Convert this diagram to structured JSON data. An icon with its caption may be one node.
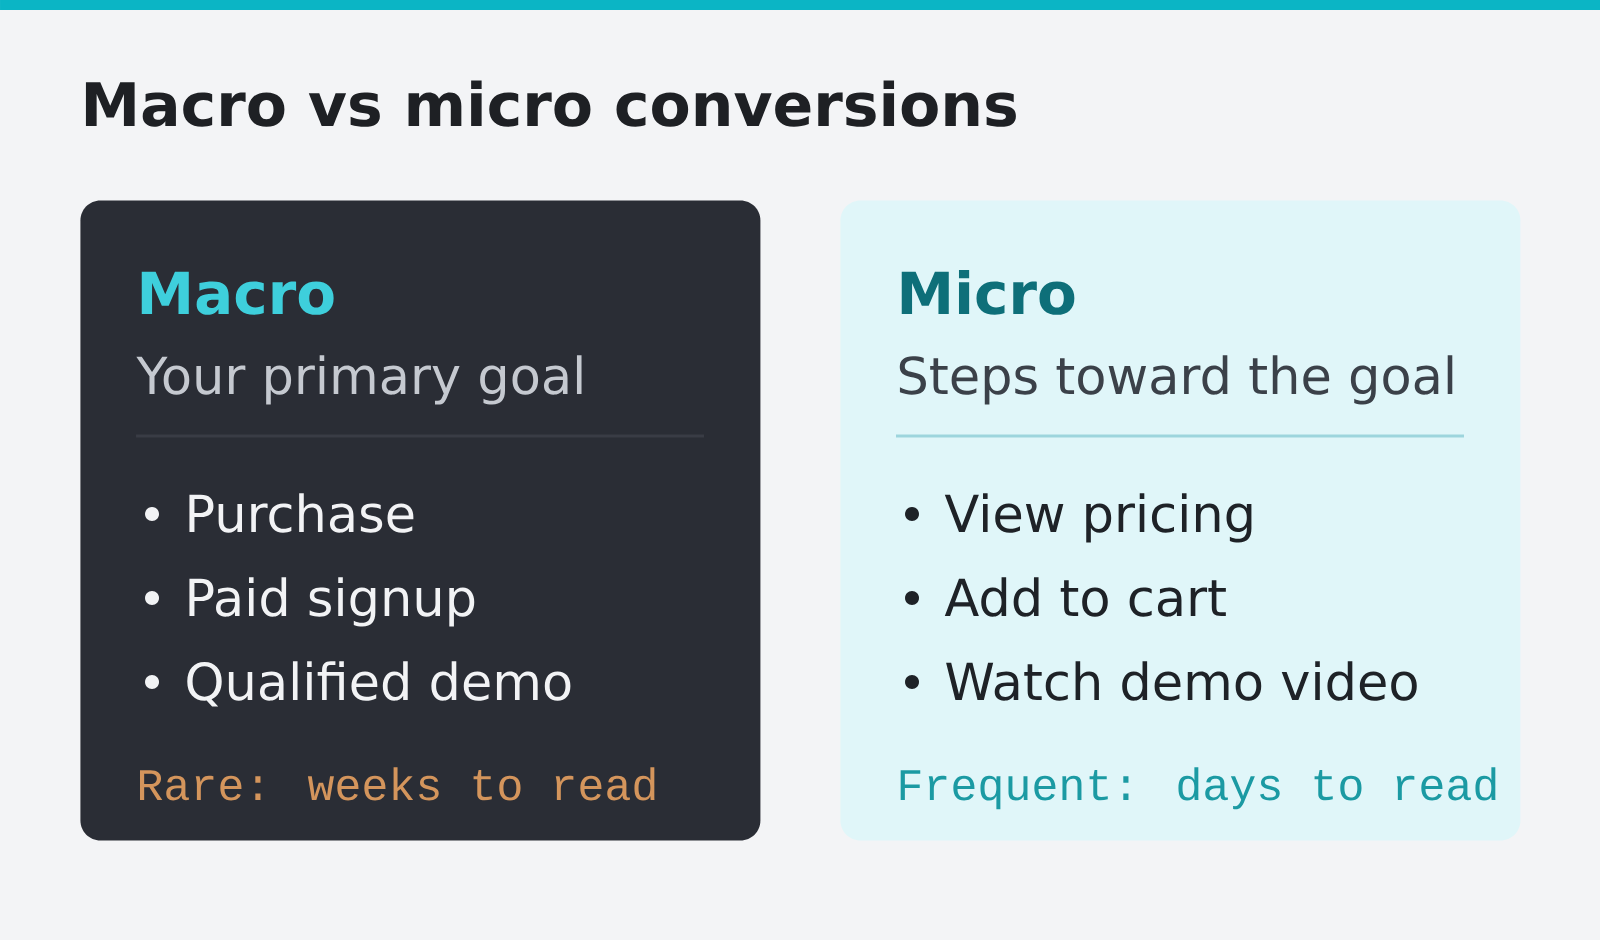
{
  "diagram": {
    "title": "Macro vs micro conversions",
    "nodes": [
      {
        "text": [
          "Macro",
          "Your primary goal",
          "Purchase",
          "Paid signup",
          "Qualified demo",
          "Rare: weeks to read"
        ]
      },
      {
        "text": [
          "Micro",
          "Steps toward the goal",
          "View pricing",
          "Add to cart",
          "Watch demo video",
          "Frequent: days to read"
        ]
      }
    ]
  }
}
